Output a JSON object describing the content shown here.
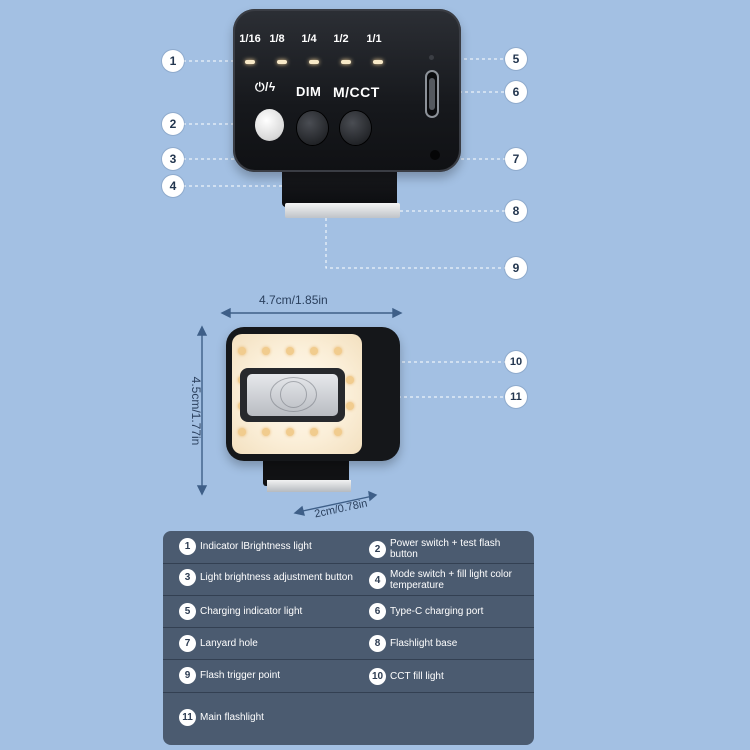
{
  "product_top": {
    "fractions": [
      "1/16",
      "1/8",
      "1/4",
      "1/2",
      "1/1"
    ],
    "power_label": "⏻/ϟ",
    "dim_label": "DIM",
    "mcct_label": "M/CCT"
  },
  "dimensions": {
    "width": "4.7cm/1.85in",
    "height": "4.5cm/1.77in",
    "depth": "2cm/0.78in"
  },
  "callouts": [
    "1",
    "2",
    "3",
    "4",
    "5",
    "6",
    "7",
    "8",
    "9",
    "10",
    "11"
  ],
  "legend": [
    {
      "num": "1",
      "text": "Indicator lBrightness light"
    },
    {
      "num": "2",
      "text": "Power switch + test flash button"
    },
    {
      "num": "3",
      "text": "Light brightness adjustment button"
    },
    {
      "num": "4",
      "text": "Mode switch + fill light color temperature"
    },
    {
      "num": "5",
      "text": "Charging indicator light"
    },
    {
      "num": "6",
      "text": "Type-C charging port"
    },
    {
      "num": "7",
      "text": "Lanyard hole"
    },
    {
      "num": "8",
      "text": "Flashlight base"
    },
    {
      "num": "9",
      "text": "Flash trigger point"
    },
    {
      "num": "10",
      "text": "CCT fill light"
    },
    {
      "num": "11",
      "text": "Main flashlight"
    }
  ],
  "colors": {
    "background": "#a3c0e3",
    "legend_bg": "#4b5b70",
    "device_body": "#16181c",
    "led_warm": "#f1cc8e",
    "dimension_line": "#3e5f88"
  }
}
